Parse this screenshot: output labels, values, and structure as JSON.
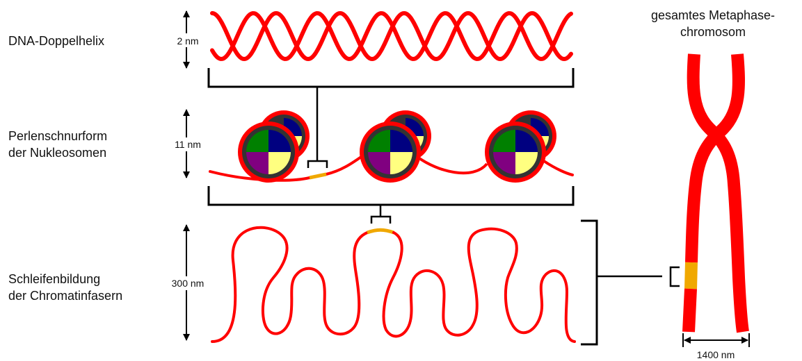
{
  "levels": [
    {
      "line1": "DNA-Doppelhelix",
      "line2": "",
      "scale": "2 nm"
    },
    {
      "line1": "Perlenschnurform",
      "line2": "der Nukleosomen",
      "scale": "11 nm"
    },
    {
      "line1": "Schleifenbildung",
      "line2": "der Chromatinfasern",
      "scale": "300 nm"
    }
  ],
  "chromosome": {
    "line1": "gesamtes Metaphase-",
    "line2": "chromosom",
    "width_label": "1400 nm"
  },
  "colors": {
    "dna": "#ff0000",
    "highlight": "#f0a800",
    "histone_outline": "#333333",
    "histone_q1": "#008000",
    "histone_q2": "#000080",
    "histone_q3": "#800080",
    "histone_q4": "#ffff80",
    "bracket": "#000000"
  }
}
